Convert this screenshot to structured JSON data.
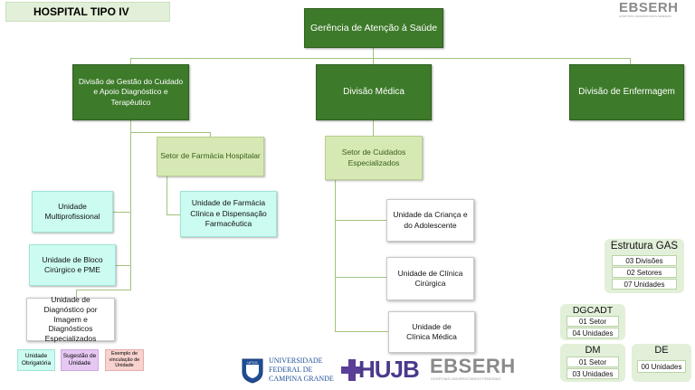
{
  "page_title": "HOSPITAL TIPO IV",
  "top_node": "Gerência de Atenção à Saúde",
  "divisions": [
    "Divisão de Gestão do Cuidado e Apoio Diagnóstico e Terapêutico",
    "Divisão Médica",
    "Divisão de Enfermagem"
  ],
  "sectors": {
    "farmacia": "Setor de Farmácia Hospitalar",
    "cuidados": "Setor de Cuidados Especializados"
  },
  "units": {
    "multiprofissional": "Unidade Multiprofissional",
    "bloco": "Unidade de Bloco Cirúrgico e PME",
    "diagnostico": "Unidade de Diagnóstico por Imagem e Diagnósticos Especializados",
    "farmacia_clinica": "Unidade de Farmácia Clínica e Dispensação Farmacêutica",
    "crianca": "Unidade da Criança e do Adolescente",
    "clinica_cirurgica": "Unidade de Clínica Cirúrgica",
    "clinica_medica": "Unidade de Clínica Médica"
  },
  "legend": [
    {
      "label": "Unidade Obrigatória",
      "color": "#ccfbf1"
    },
    {
      "label": "Sugestão de Unidade",
      "color": "#e6c8f2"
    },
    {
      "label": "Exemplo de vinculação de Unidade",
      "color": "#f7d2cf"
    }
  ],
  "estrutura_gas": {
    "title": "Estrutura GAS",
    "items": [
      "03 Divisões",
      "02 Setores",
      "07 Unidades"
    ]
  },
  "dgcadt": {
    "title": "DGCADT",
    "items": [
      "01 Setor",
      "04 Unidades"
    ]
  },
  "dm": {
    "title": "DM",
    "items": [
      "01 Setor",
      "03 Unidades"
    ]
  },
  "de": {
    "title": "DE",
    "items": [
      "00 Unidades"
    ]
  },
  "logos": {
    "ebserh": "EBSERH",
    "ebserh_sub": "HOSPITAIS UNIVERSITÁRIOS FEDERAIS",
    "ufcg_line1": "UNIVERSIDADE",
    "ufcg_line2": "FEDERAL DE",
    "ufcg_line3": "CAMPINA GRANDE",
    "ufcg_seal": "UFCG",
    "hujb": "HUJB"
  },
  "colors": {
    "dark_green": "#3d7a2a",
    "light_green": "#d6e9b4",
    "aqua": "#ccfbf1",
    "connector": "#9fc37e"
  }
}
